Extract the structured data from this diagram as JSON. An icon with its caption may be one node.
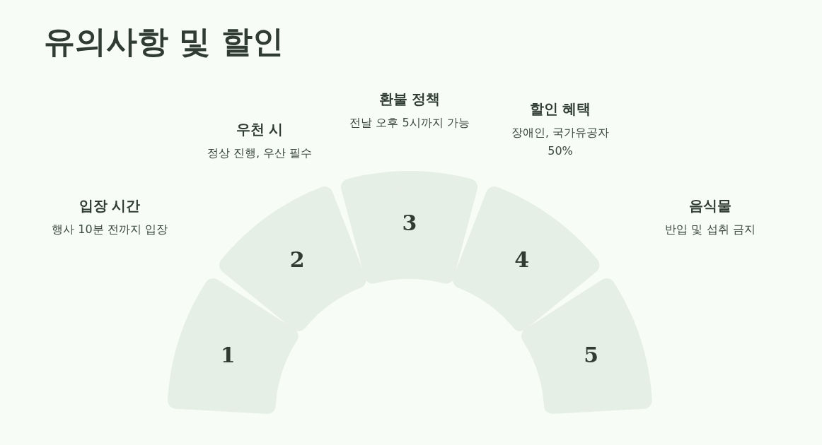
{
  "diagram": {
    "title": "유의사항 및 할인",
    "nodes": [
      {
        "text": [
          "1"
        ],
        "beside": [
          "입장 시간",
          "행사 10분 전까지 입장"
        ]
      },
      {
        "text": [
          "2"
        ],
        "beside": [
          "우천 시",
          "정상 진행, 우산 필수"
        ]
      },
      {
        "text": [
          "3"
        ],
        "beside": [
          "환불 정책",
          "전날 오후 5시까지 가능"
        ]
      },
      {
        "text": [
          "4"
        ],
        "beside": [
          "할인 혜택",
          "장애인, 국가유공자 50%"
        ]
      },
      {
        "text": [
          "5"
        ],
        "beside": [
          "음식물",
          "반입 및 섭취 금지"
        ]
      }
    ],
    "edges": []
  }
}
